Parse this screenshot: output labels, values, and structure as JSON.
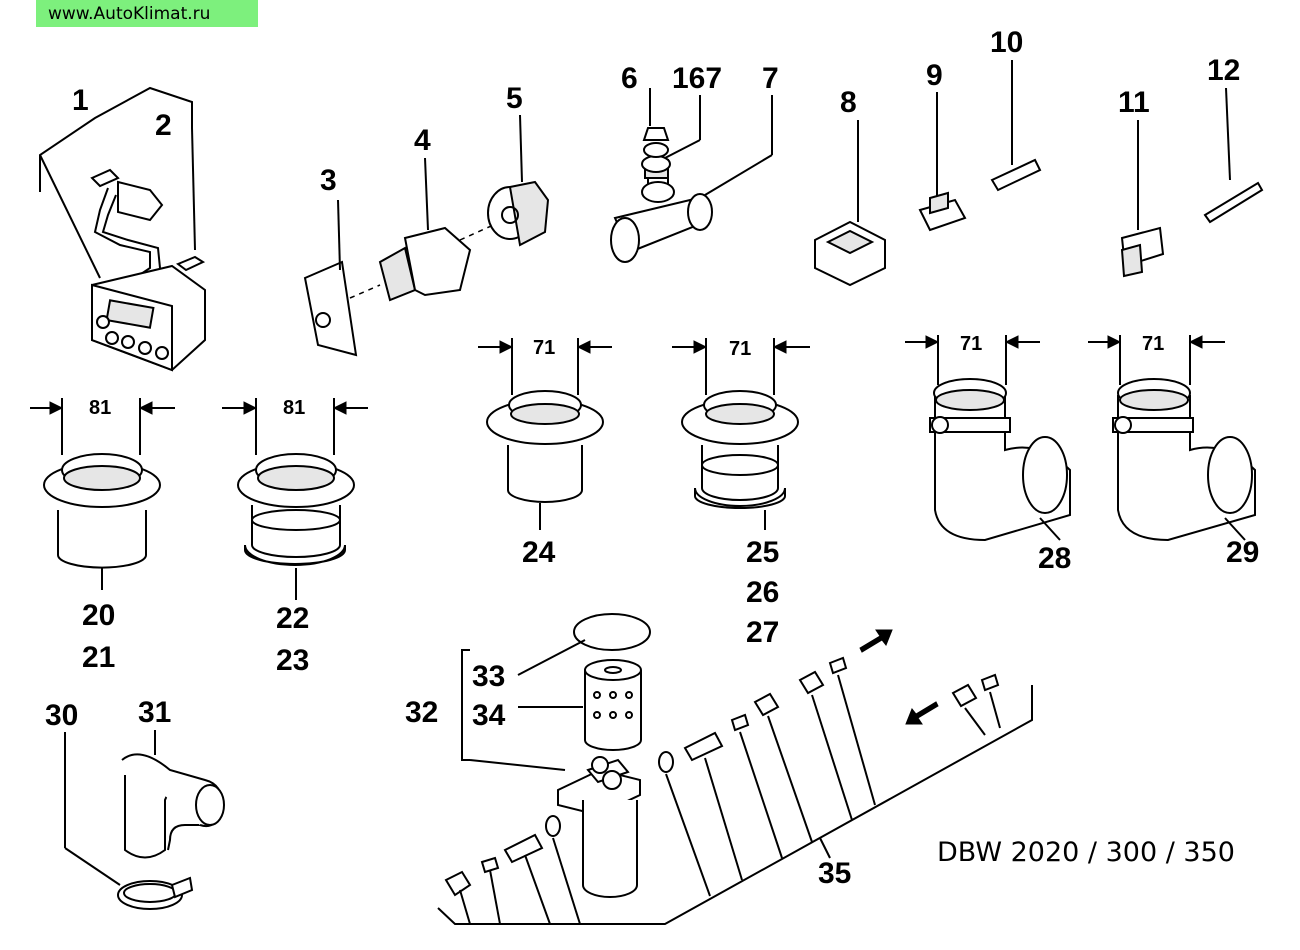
{
  "watermark": {
    "text": "www.AutoKlimat.ru",
    "color": "#7df07d"
  },
  "caption": "DBW 2020 / 300 / 350",
  "labels": {
    "p1": "1",
    "p2": "2",
    "p3": "3",
    "p4": "4",
    "p5": "5",
    "p6": "6",
    "p167": "167",
    "p7": "7",
    "p8": "8",
    "p9": "9",
    "p10": "10",
    "p11": "11",
    "p12": "12",
    "p20": "20",
    "p21": "21",
    "p22": "22",
    "p23": "23",
    "p24": "24",
    "p25": "25",
    "p26": "26",
    "p27": "27",
    "p28": "28",
    "p29": "29",
    "p30": "30",
    "p31": "31",
    "p32": "32",
    "p33": "33",
    "p34": "34",
    "p35": "35"
  },
  "dimensions": {
    "d20": "81",
    "d22": "81",
    "d24": "71",
    "d25": "71",
    "d28": "71",
    "d29": "71"
  }
}
